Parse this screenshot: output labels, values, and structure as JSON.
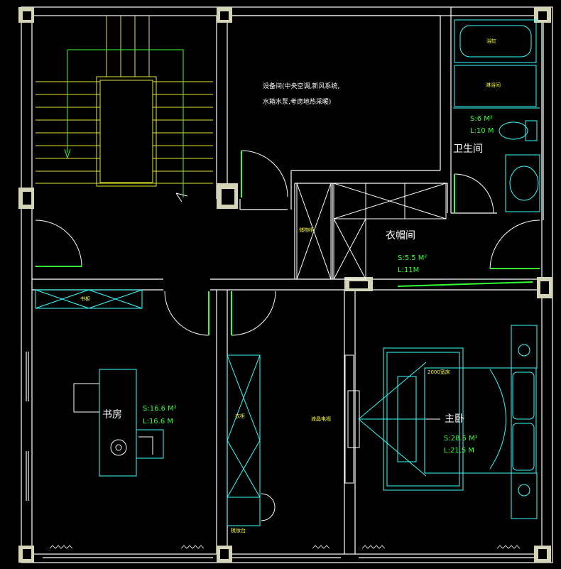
{
  "rooms": {
    "equipment": {
      "line1": "设备间(中央空调,新风系统,",
      "line2": "水箱水泵,考虑地热采暖)"
    },
    "bathroom": {
      "name": "卫生间",
      "area": "S:6 M²",
      "perimeter": "L:10 M",
      "tub_label": "浴缸",
      "shower_label": "淋浴间"
    },
    "closet": {
      "name": "衣帽间",
      "area": "S:5.5 M²",
      "perimeter": "L:11M",
      "cabinet_label": "储物柜"
    },
    "study": {
      "name": "书房",
      "area": "S:16.6 M²",
      "perimeter": "L:16.6 M",
      "bookcase_label": "书柜"
    },
    "master": {
      "name": "主卧",
      "area": "S:28.5 M²",
      "perimeter": "L:21.5 M",
      "bed_label": "2000宽床"
    },
    "corridor": {
      "wardrobe_label": "衣柜",
      "tv_label": "液晶电视",
      "vanity_label": "梳妆台"
    }
  },
  "colors": {
    "wall": "#ffffff",
    "furniture": "#33ffff",
    "door": "#33ff33",
    "stair": "#ffff33",
    "column": "#d4d4b8"
  }
}
